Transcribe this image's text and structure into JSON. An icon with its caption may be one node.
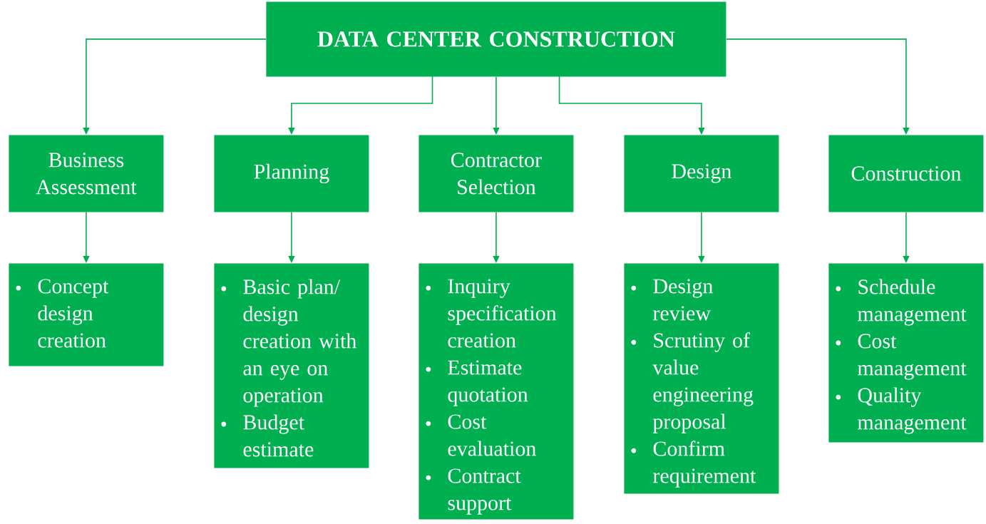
{
  "diagram": {
    "nodes": [
      {
        "text": [
          "DATA CENTER CONSTRUCTION"
        ]
      },
      {
        "text": [
          "Business Assessment"
        ]
      },
      {
        "text": [
          "Planning"
        ]
      },
      {
        "text": [
          "Contractor Selection"
        ]
      },
      {
        "text": [
          "Design"
        ]
      },
      {
        "text": [
          "Construction"
        ]
      },
      {
        "text": [
          "Concept design creation"
        ]
      },
      {
        "text": [
          "Basic plan/ design creation with an eye on operation",
          "Budget estimate"
        ]
      },
      {
        "text": [
          "Inquiry specification creation",
          "Estimate quotation",
          "Cost evaluation",
          "Contract support"
        ]
      },
      {
        "text": [
          "Design review",
          "Scrutiny of value engineering proposal",
          "Confirm requirement"
        ]
      },
      {
        "text": [
          "Schedule management",
          "Cost management",
          "Quality management"
        ]
      }
    ],
    "edges": [
      {
        "from": 0,
        "to": 1,
        "arrow": "to"
      },
      {
        "from": 0,
        "to": 2,
        "arrow": "to"
      },
      {
        "from": 0,
        "to": 3,
        "arrow": "to"
      },
      {
        "from": 0,
        "to": 4,
        "arrow": "to"
      },
      {
        "from": 0,
        "to": 5,
        "arrow": "to"
      },
      {
        "from": 1,
        "to": 6,
        "arrow": "to"
      },
      {
        "from": 2,
        "to": 7,
        "arrow": "to"
      },
      {
        "from": 3,
        "to": 8,
        "arrow": "to"
      },
      {
        "from": 4,
        "to": 9,
        "arrow": "to"
      },
      {
        "from": 5,
        "to": 10,
        "arrow": "to"
      }
    ]
  }
}
